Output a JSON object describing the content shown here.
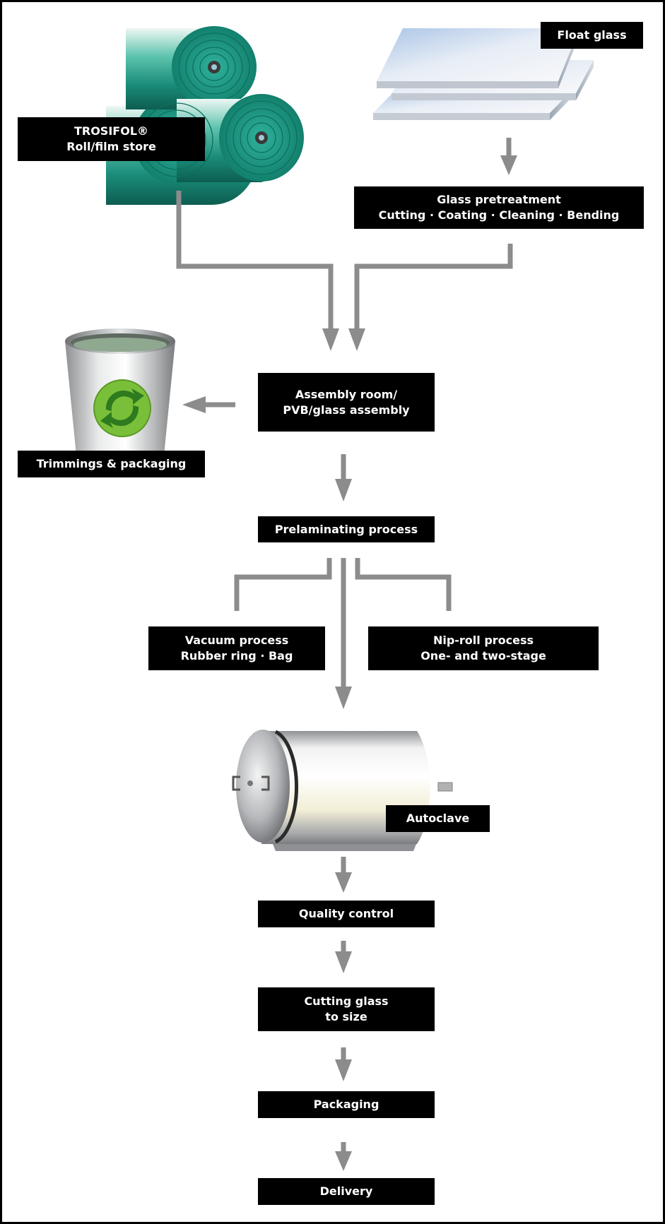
{
  "colors": {
    "arrow": "#8c8c8c",
    "label_bg": "#000000",
    "label_text": "#ffffff",
    "film_roll": "#1fa38f",
    "recycle_symbol": "#79bf3a"
  },
  "images": {
    "film_rolls": "film-rolls-icon",
    "glass_panes": "float-glass-panes-icon",
    "bin": "recycling-bin-icon",
    "autoclave": "autoclave-tank-icon"
  },
  "labels": {
    "roll_store": {
      "line1": "TROSIFOL®",
      "line2": "Roll/film store"
    },
    "float_glass": {
      "line1": "Float glass"
    },
    "pretreatment": {
      "line1": "Glass pretreatment",
      "line2": "Cutting · Coating · Cleaning · Bending"
    },
    "assembly": {
      "line1": "Assembly room/",
      "line2": "PVB/glass assembly"
    },
    "trimmings": {
      "line1": "Trimmings & packaging"
    },
    "prelaminating": {
      "line1": "Prelaminating process"
    },
    "vacuum": {
      "line1": "Vacuum process",
      "line2": "Rubber ring · Bag"
    },
    "niproll": {
      "line1": "Nip-roll process",
      "line2": "One- and two-stage"
    },
    "autoclave": {
      "line1": "Autoclave"
    },
    "quality": {
      "line1": "Quality control"
    },
    "cutting": {
      "line1": "Cutting glass",
      "line2": "to size"
    },
    "packaging": {
      "line1": "Packaging"
    },
    "delivery": {
      "line1": "Delivery"
    }
  }
}
